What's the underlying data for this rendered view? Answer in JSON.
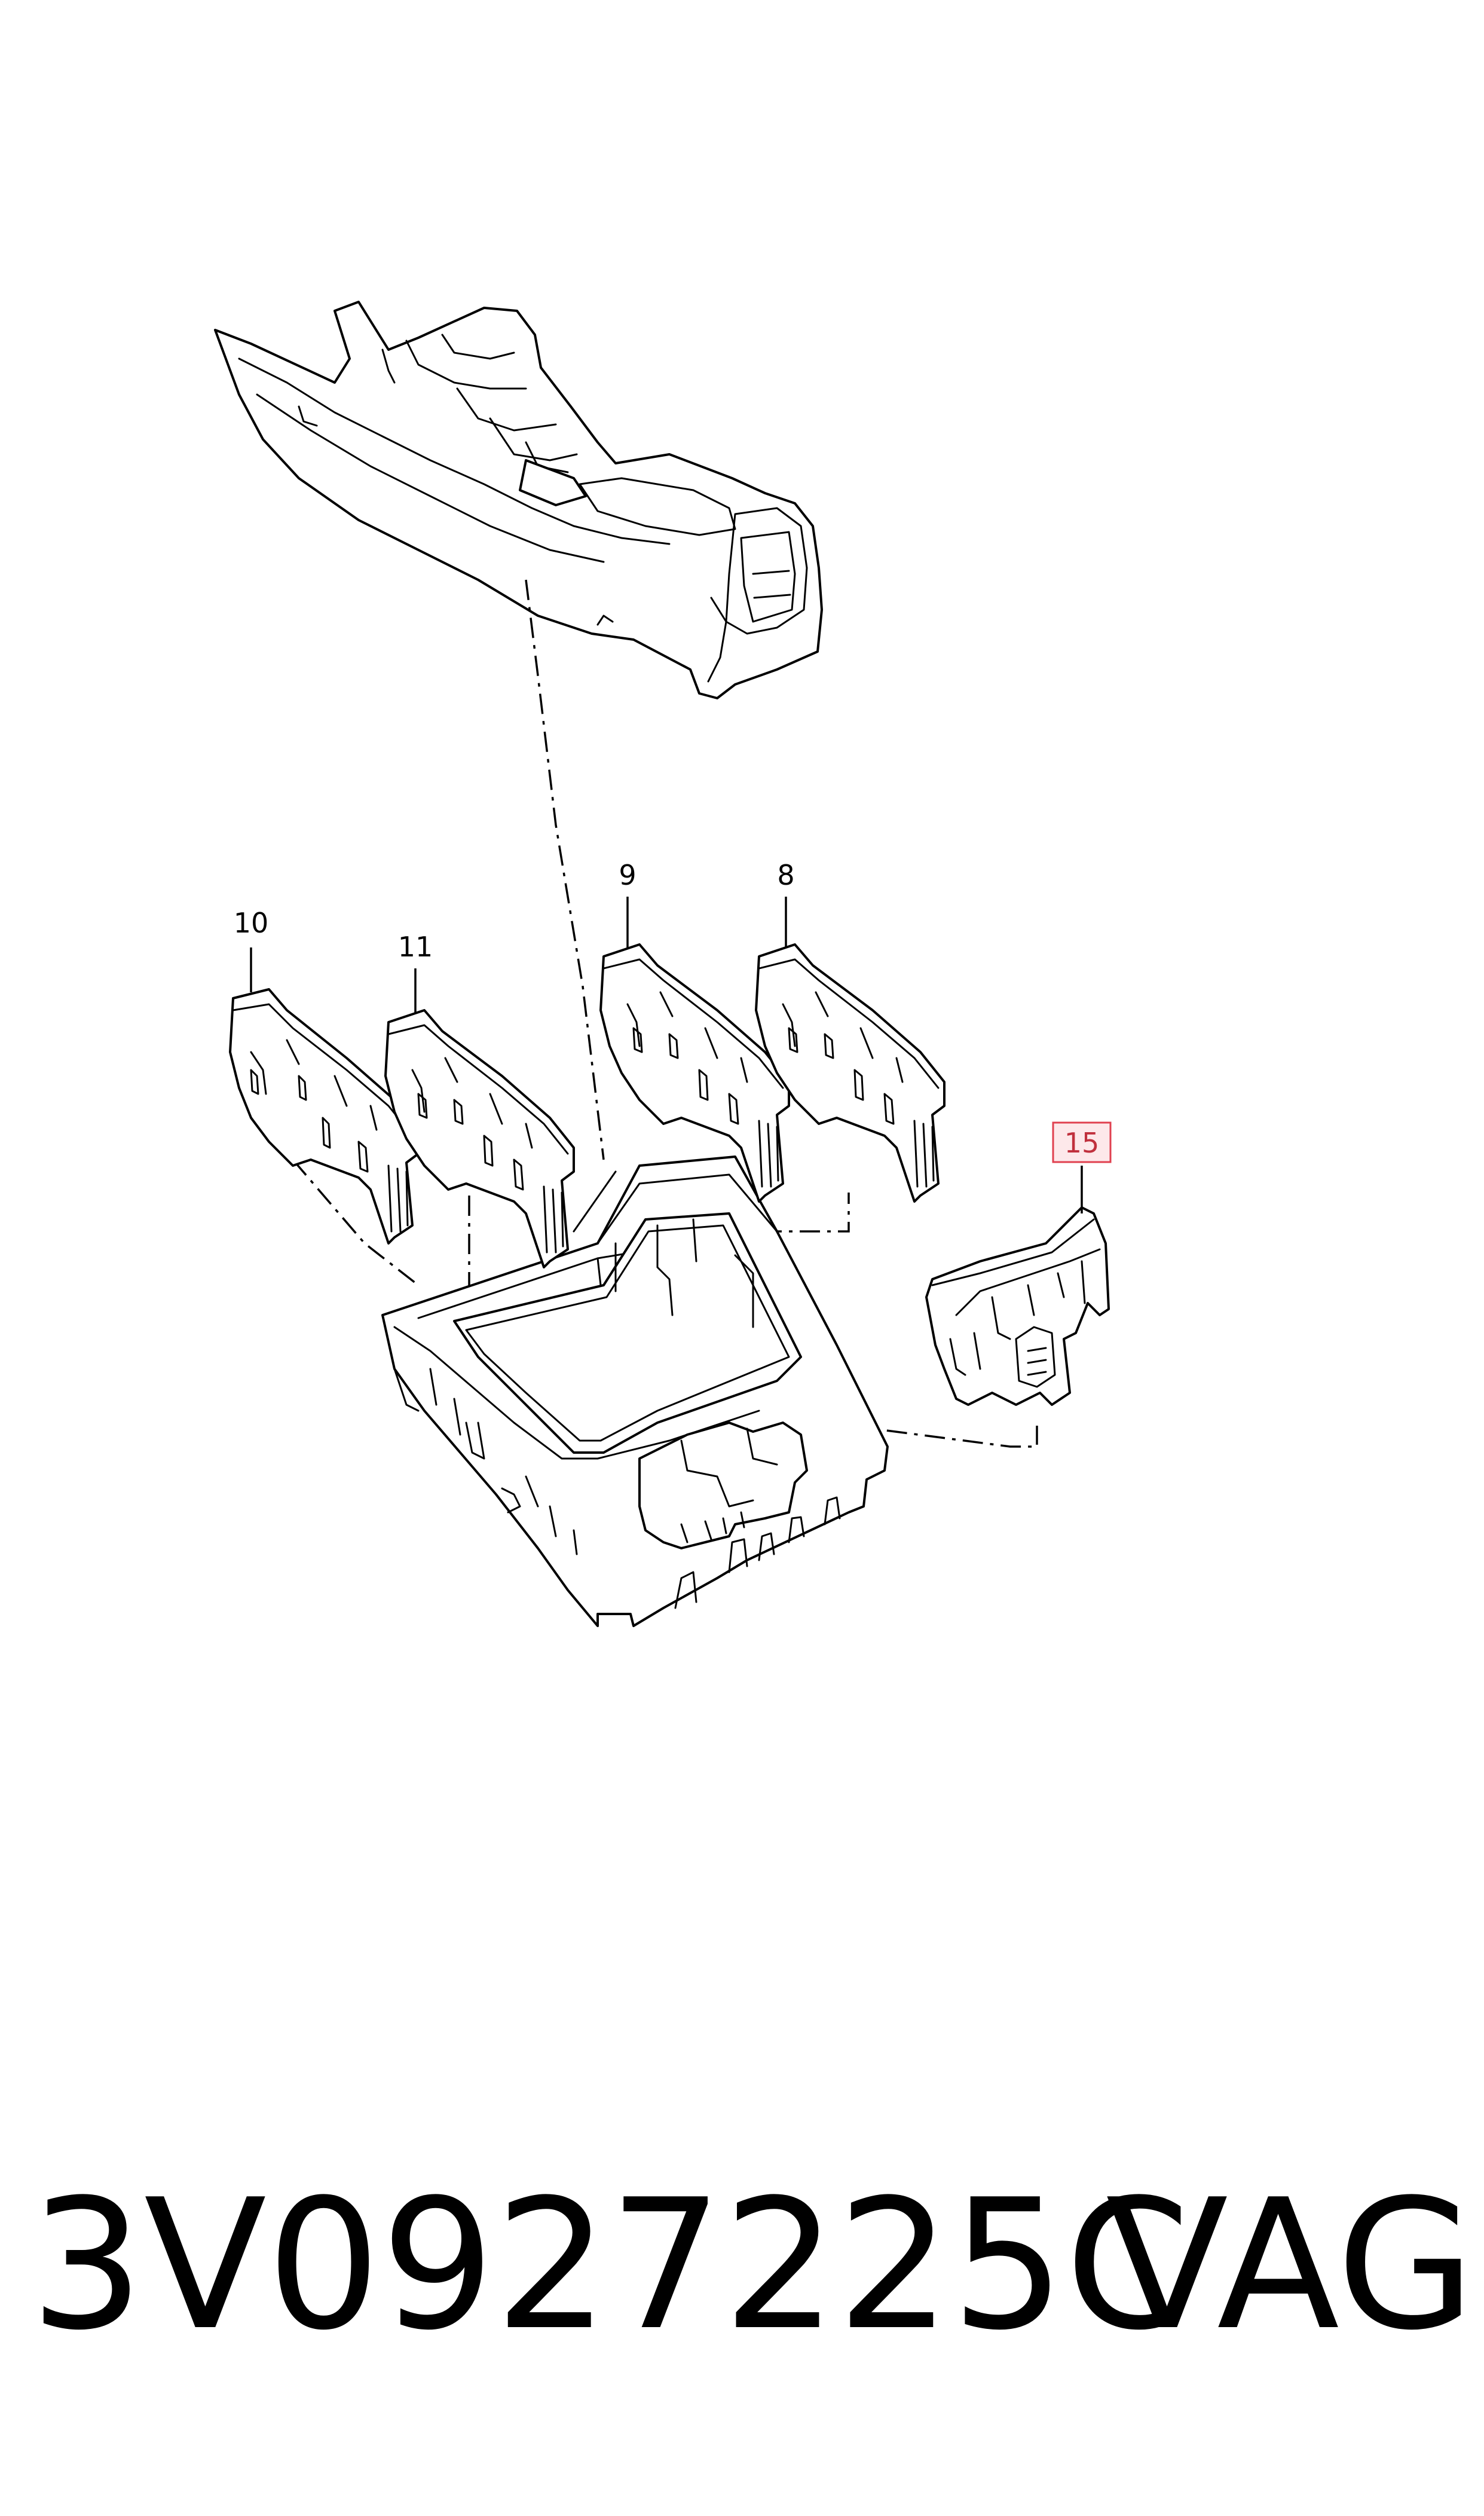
{
  "callouts": {
    "c8": "8",
    "c9": "9",
    "c10": "10",
    "c11": "11",
    "c15": "15"
  },
  "highlight": {
    "callout": "15",
    "box_fill": "#fde8ea",
    "box_stroke": "#e0404f",
    "text_color": "#c0303d"
  },
  "caption": {
    "part_number": "3V0927225C",
    "brand": "VAG"
  }
}
